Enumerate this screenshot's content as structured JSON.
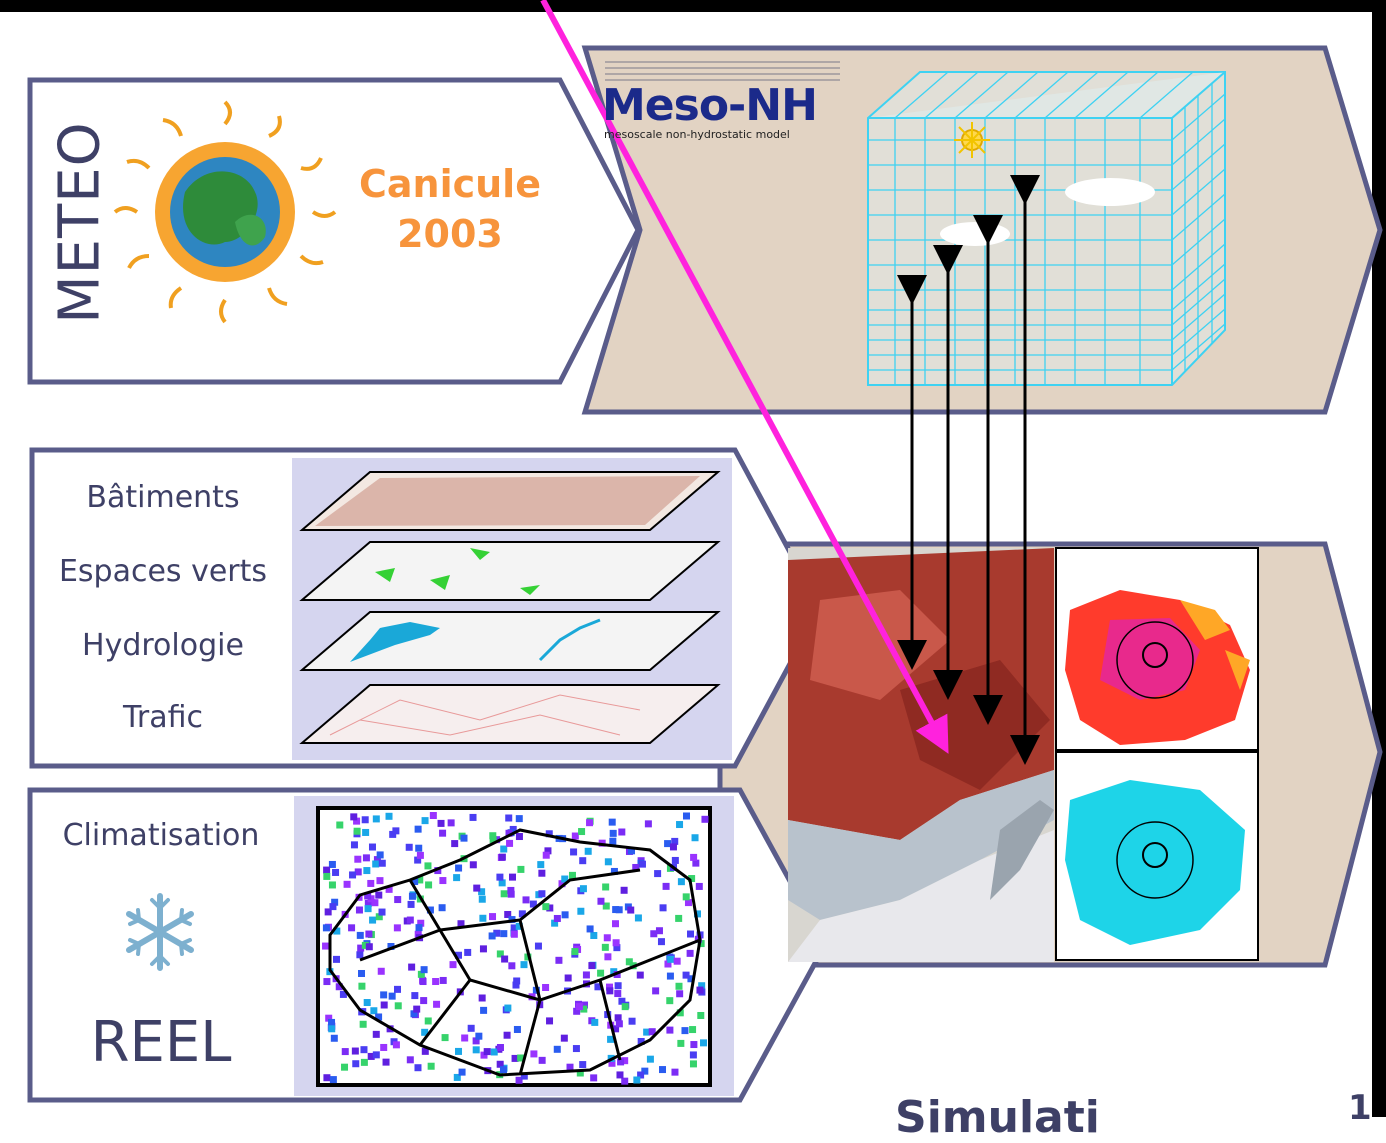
{
  "meteo": {
    "vertical_label": "METEO",
    "event_line1": "Canicule",
    "event_line2": "2003",
    "sun_icon": "sun-earth-icon"
  },
  "model": {
    "logo_title": "Meso-NH",
    "logo_subtitle": "mesoscale non-hydrostatic model",
    "grid_icon": "3d-grid-icon"
  },
  "layers": [
    {
      "label": "Bâtiments"
    },
    {
      "label": "Espaces verts"
    },
    {
      "label": "Hydrologie"
    },
    {
      "label": "Trafic"
    }
  ],
  "clim": {
    "label": "Climatisation",
    "icon": "snowflake-icon",
    "mode": "REEL"
  },
  "bottom_text": "Simulati",
  "bottom_right_fragment": "1",
  "colors": {
    "panel_border": "#5a5c8a",
    "panel_fill_tan": "#e2d3c3",
    "panel_fill_lavender": "#d5d5ef",
    "accent_orange": "#f7943c",
    "magenta_arrow": "#ff22dd",
    "grid_cyan": "#3ed2f2"
  }
}
